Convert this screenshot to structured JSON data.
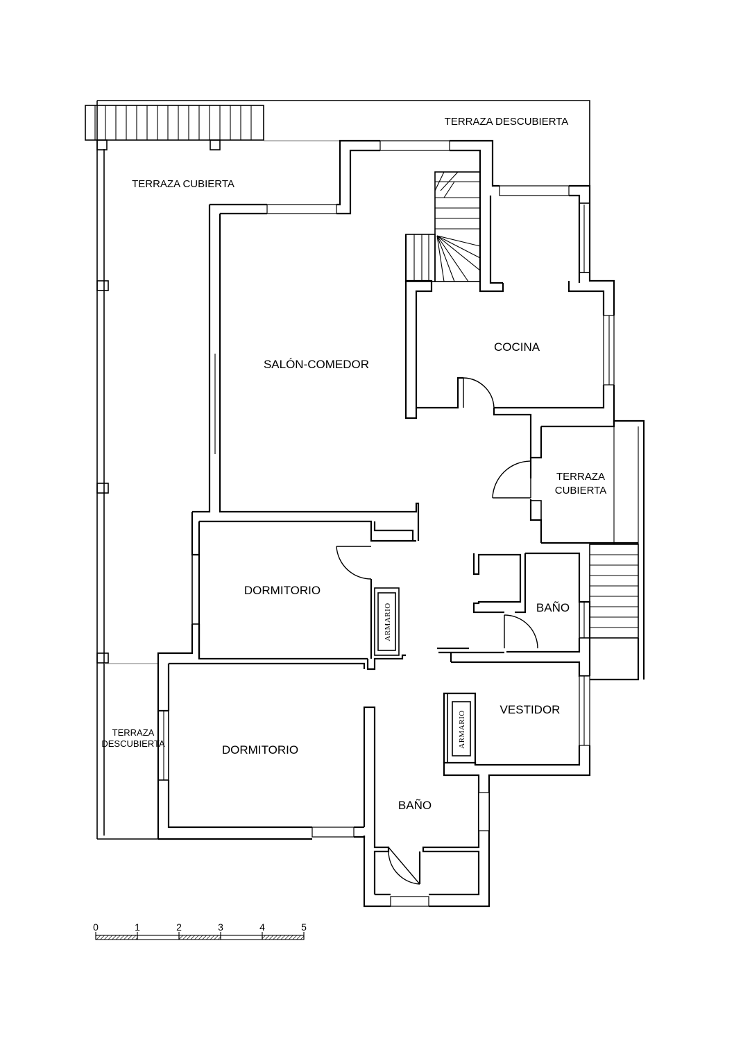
{
  "rooms": {
    "terraza_descubierta_top": "TERRAZA DESCUBIERTA",
    "terraza_cubierta_top": "TERRAZA CUBIERTA",
    "salon_comedor": "SALÓN-COMEDOR",
    "cocina": "COCINA",
    "terraza_cubierta_right_1": "TERRAZA",
    "terraza_cubierta_right_2": "CUBIERTA",
    "dormitorio_1": "DORMITORIO",
    "armario_1": "ARMARIO",
    "bano_1": "BAÑO",
    "vestidor": "VESTIDOR",
    "armario_2": "ARMARIO",
    "terraza_descubierta_left_1": "TERRAZA",
    "terraza_descubierta_left_2": "DESCUBIERTA",
    "dormitorio_2": "DORMITORIO",
    "bano_2": "BAÑO"
  },
  "scale_bar": {
    "ticks": [
      "0",
      "1",
      "2",
      "3",
      "4",
      "5"
    ]
  }
}
